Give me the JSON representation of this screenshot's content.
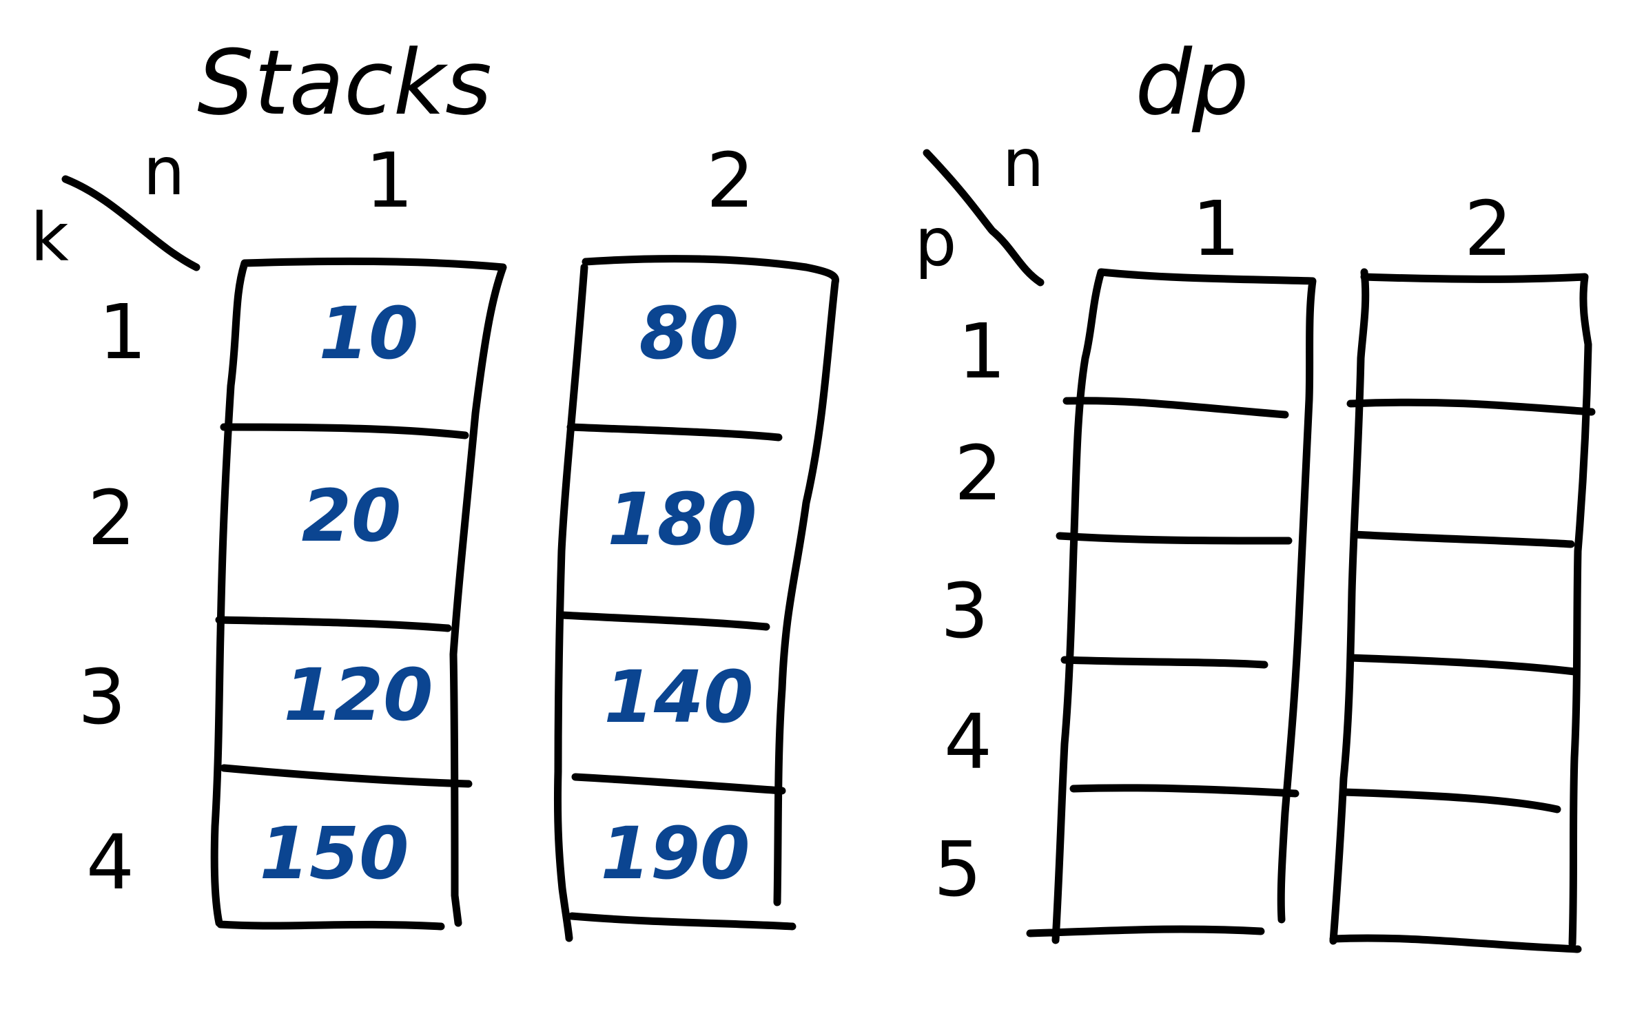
{
  "colors": {
    "ink": "#000000",
    "value_ink": "#0b4591"
  },
  "stacks": {
    "title": "Stacks",
    "axis_row": "k",
    "axis_col": "n",
    "columns": [
      "1",
      "2"
    ],
    "rows": [
      "1",
      "2",
      "3",
      "4"
    ],
    "values": [
      [
        "10",
        "80"
      ],
      [
        "20",
        "180"
      ],
      [
        "120",
        "140"
      ],
      [
        "150",
        "190"
      ]
    ]
  },
  "dp": {
    "title": "dp",
    "axis_row": "p",
    "axis_col": "n",
    "columns": [
      "1",
      "2"
    ],
    "rows": [
      "1",
      "2",
      "3",
      "4",
      "5"
    ]
  }
}
